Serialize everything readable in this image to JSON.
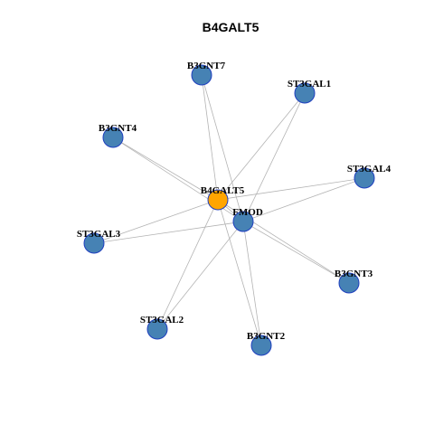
{
  "title": "B4GALT5",
  "colors": {
    "hub": "#FFA500",
    "node": "#4682B4",
    "border": "#1F3FBF",
    "edge": "#B3B3B3"
  },
  "nodes": [
    {
      "id": "B4GALT5",
      "hub": true
    },
    {
      "id": "FMOD",
      "hub": false
    },
    {
      "id": "B3GNT7",
      "hub": false
    },
    {
      "id": "ST3GAL1",
      "hub": false
    },
    {
      "id": "B3GNT4",
      "hub": false
    },
    {
      "id": "ST3GAL4",
      "hub": false
    },
    {
      "id": "ST3GAL3",
      "hub": false
    },
    {
      "id": "B3GNT3",
      "hub": false
    },
    {
      "id": "ST3GAL2",
      "hub": false
    },
    {
      "id": "B3GNT2",
      "hub": false
    }
  ],
  "edges": [
    [
      "B4GALT5",
      "FMOD"
    ],
    [
      "B4GALT5",
      "B3GNT7"
    ],
    [
      "B4GALT5",
      "ST3GAL1"
    ],
    [
      "B4GALT5",
      "B3GNT4"
    ],
    [
      "B4GALT5",
      "ST3GAL4"
    ],
    [
      "B4GALT5",
      "ST3GAL3"
    ],
    [
      "B4GALT5",
      "B3GNT3"
    ],
    [
      "B4GALT5",
      "ST3GAL2"
    ],
    [
      "B4GALT5",
      "B3GNT2"
    ],
    [
      "FMOD",
      "B3GNT7"
    ],
    [
      "FMOD",
      "ST3GAL1"
    ],
    [
      "FMOD",
      "B3GNT4"
    ],
    [
      "FMOD",
      "ST3GAL4"
    ],
    [
      "FMOD",
      "ST3GAL3"
    ],
    [
      "FMOD",
      "B3GNT3"
    ],
    [
      "FMOD",
      "ST3GAL2"
    ],
    [
      "FMOD",
      "B3GNT2"
    ]
  ]
}
